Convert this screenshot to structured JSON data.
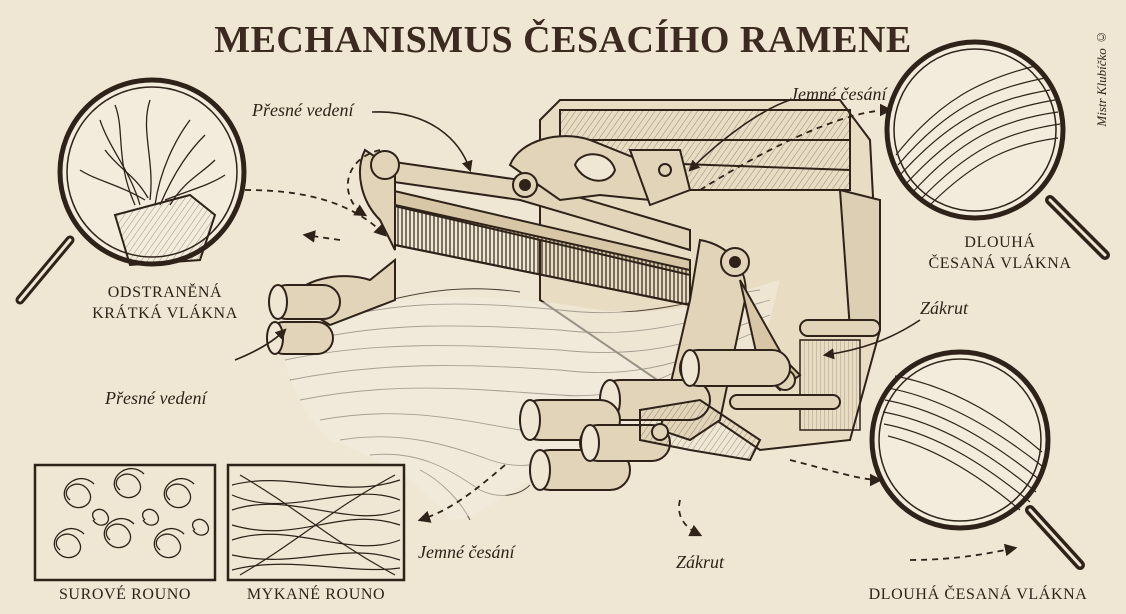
{
  "title": "MECHANISMUS ČESACÍHO RAMENE",
  "signature": "Mistr Klubíčko ©",
  "labels": {
    "guide_top": "Přesné vedení",
    "guide_left": "Přesné vedení",
    "fine_comb_top": "Jemné česání",
    "fine_comb_bottom": "Jemné česání",
    "twist_right": "Zákrut",
    "twist_bottom": "Zákrut",
    "short_fibers_line1": "ODSTRANĚNÁ",
    "short_fibers_line2": "KRÁTKÁ VLÁKNA",
    "long_fibers_line1": "DLOUHÁ",
    "long_fibers_line2": "ČESANÁ VLÁKNA",
    "long_fibers_bottom": "DLOUHÁ ČESANÁ VLÁKNA",
    "raw_fleece": "SUROVÉ ROUNO",
    "carded_fleece": "MYKANÉ ROUNO"
  },
  "colors": {
    "paper": "#efe7d3",
    "ink": "#2e2219",
    "fiber": "#f3ece0"
  },
  "icons": [
    "magnifier-icon",
    "magnifier-icon",
    "magnifier-icon"
  ]
}
